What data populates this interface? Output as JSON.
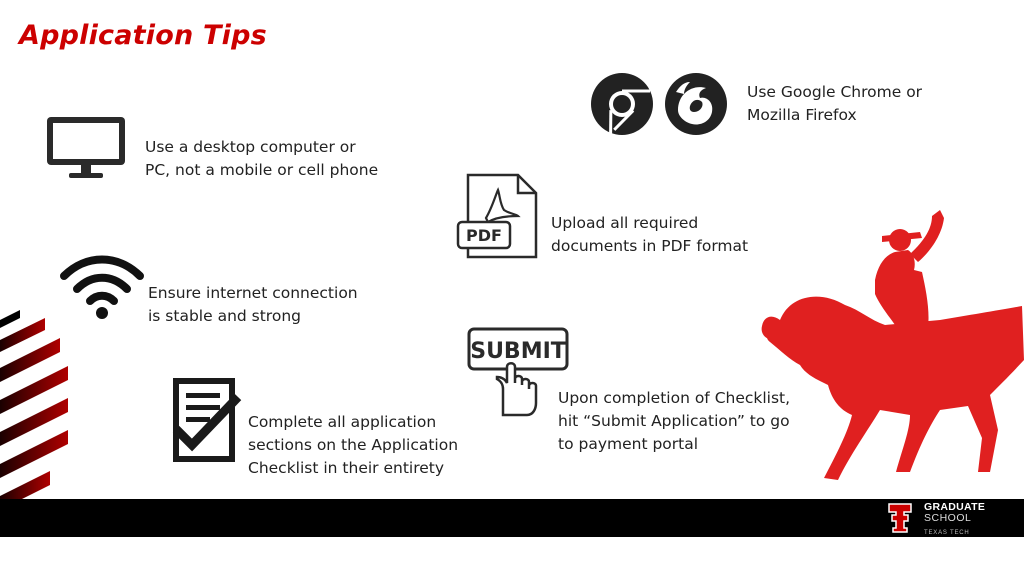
{
  "slide": {
    "title": "Application Tips"
  },
  "tips": [
    {
      "id": "desktop",
      "icon": "monitor-icon",
      "lines": [
        "Use a desktop computer or",
        "PC, not a mobile or cell phone"
      ]
    },
    {
      "id": "browser",
      "icon": "browser-icons",
      "lines": [
        "Use Google Chrome or",
        "Mozilla Firefox"
      ]
    },
    {
      "id": "pdf",
      "icon": "pdf-file-icon",
      "icon_text": "PDF",
      "lines": [
        "Upload all required",
        "documents in PDF format"
      ]
    },
    {
      "id": "internet",
      "icon": "wifi-icon",
      "lines": [
        "Ensure internet connection",
        "is stable and strong"
      ]
    },
    {
      "id": "submit",
      "icon": "submit-button-icon",
      "icon_text": "SUBMIT",
      "lines": [
        "Upon completion of Checklist,",
        "hit “Submit Application” to go",
        "to payment portal"
      ]
    },
    {
      "id": "checklist",
      "icon": "checklist-icon",
      "lines": [
        "Complete all application",
        "sections on the Application",
        "Checklist in their entirety"
      ]
    }
  ],
  "footer": {
    "logo_line1": "GRADUATE",
    "logo_line2": "SCHOOL",
    "logo_line3": "TEXAS TECH"
  },
  "colors": {
    "accent": "#cc0000",
    "horse": "#e02020",
    "footer_bg": "#000000",
    "text": "#222222"
  }
}
